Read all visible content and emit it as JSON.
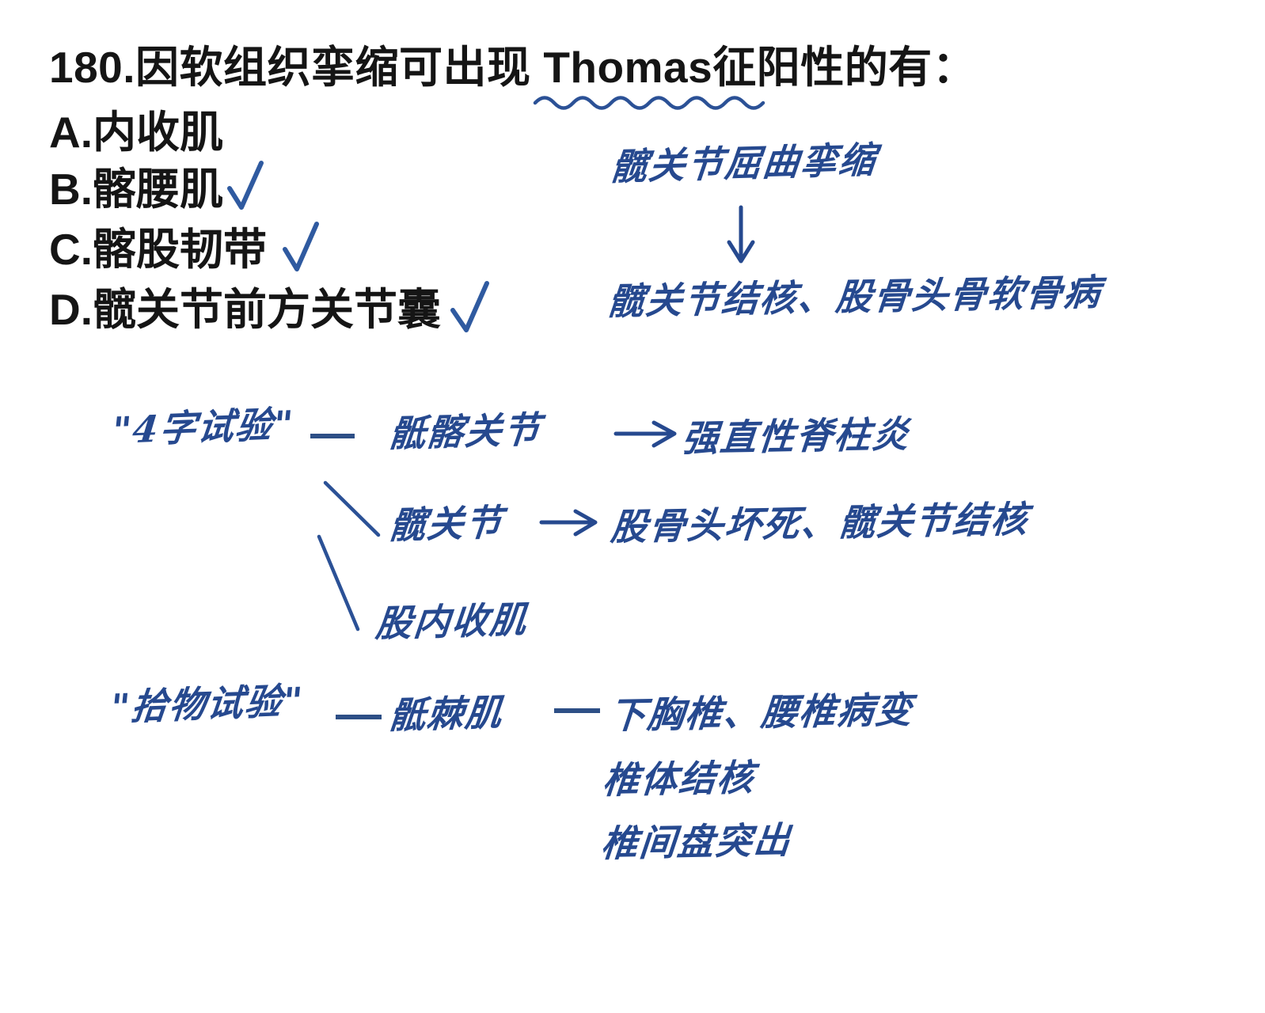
{
  "question": {
    "number": "180.",
    "stem": "180.因软组织挛缩可出现 Thomas征阳性的有：",
    "underlined_term": "Thomas征阳",
    "options": [
      {
        "letter": "A.",
        "text": "A.内收肌",
        "checked": false
      },
      {
        "letter": "B.",
        "text": "B.髂腰肌",
        "checked": true
      },
      {
        "letter": "C.",
        "text": "C.髂股韧带",
        "checked": true
      },
      {
        "letter": "D.",
        "text": "D.髋关节前方关节囊",
        "checked": true
      }
    ]
  },
  "notes": {
    "top_right": {
      "cause": "髋关节屈曲挛缩",
      "arrow": "down-arrow",
      "results": "髋关节结核、股骨头骨软骨病"
    },
    "diagram_four_figure": {
      "test_name": "\"4字试验\"",
      "branches": [
        {
          "site": "骶髂关节",
          "arrow": "right-arrow",
          "disease": "强直性脊柱炎"
        },
        {
          "site": "髋关节",
          "arrow": "right-arrow",
          "disease": "股骨头坏死、髋关节结核"
        },
        {
          "site": "股内收肌",
          "arrow": "",
          "disease": ""
        }
      ]
    },
    "diagram_pickup_test": {
      "test_name": "\"拾物试验\"",
      "site": "骶棘肌",
      "diseases": [
        "下胸椎、腰椎病变",
        "椎体结核",
        "椎间盘突出"
      ]
    }
  },
  "colors": {
    "ink_blue": "#26498f",
    "printed_black": "#151515",
    "check_blue": "#2f5aa0",
    "background": "#ffffff"
  }
}
